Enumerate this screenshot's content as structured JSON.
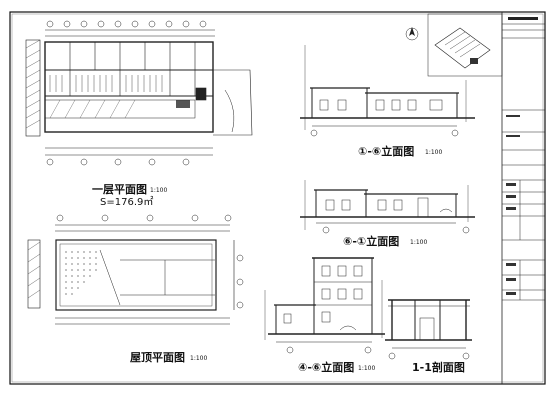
{
  "drawings": {
    "ground_floor_plan": {
      "title": "一层平面图",
      "scale": "1:100",
      "area": "S=176.9㎡"
    },
    "roof_plan": {
      "title": "屋顶平面图",
      "scale": "1:100"
    },
    "elevation_1": {
      "title": "①-⑥立面图",
      "scale": "1:100"
    },
    "elevation_2": {
      "title": "⑥-①立面图",
      "scale": "1:100"
    },
    "elevation_3": {
      "title": "④-⑥立面图",
      "scale": "1:100"
    },
    "section": {
      "title": "1-1剖面图"
    }
  },
  "title_block": {
    "rows": 14
  }
}
